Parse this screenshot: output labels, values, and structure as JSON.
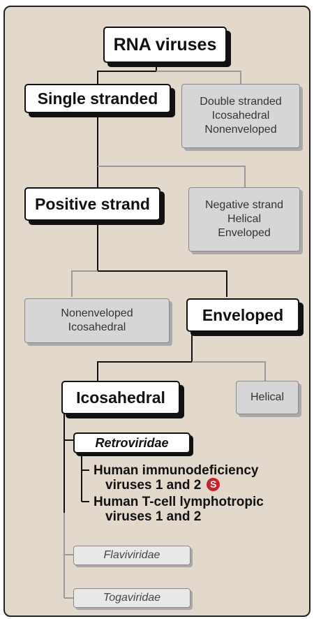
{
  "root": {
    "label": "RNA viruses"
  },
  "level1": {
    "main": "Single stranded",
    "alt": [
      "Double stranded",
      "Icosahedral",
      "Nonenveloped"
    ]
  },
  "level2": {
    "main": "Positive strand",
    "alt": [
      "Negative strand",
      "Helical",
      "Enveloped"
    ]
  },
  "level3": {
    "alt": [
      "Nonenveloped",
      "Icosahedral"
    ],
    "main": "Enveloped"
  },
  "level4": {
    "main": "Icosahedral",
    "alt": "Helical"
  },
  "families": {
    "retroviridae": {
      "label": "Retroviridae",
      "viruses": [
        {
          "line1": "Human immunodeficiency",
          "line2": "viruses 1 and 2",
          "badge": "S"
        },
        {
          "line1": "Human T-cell lymphotropic",
          "line2": "viruses 1 and 2"
        }
      ]
    },
    "flaviviridae": {
      "label": "Flaviviridae"
    },
    "togaviridae": {
      "label": "Togaviridae"
    }
  },
  "colors": {
    "panel_background": "#e2d8cc",
    "main_border": "#111111",
    "gray_box": "#d6d6d8",
    "gray_line": "#9a9a9a",
    "badge": "#c8212c"
  }
}
